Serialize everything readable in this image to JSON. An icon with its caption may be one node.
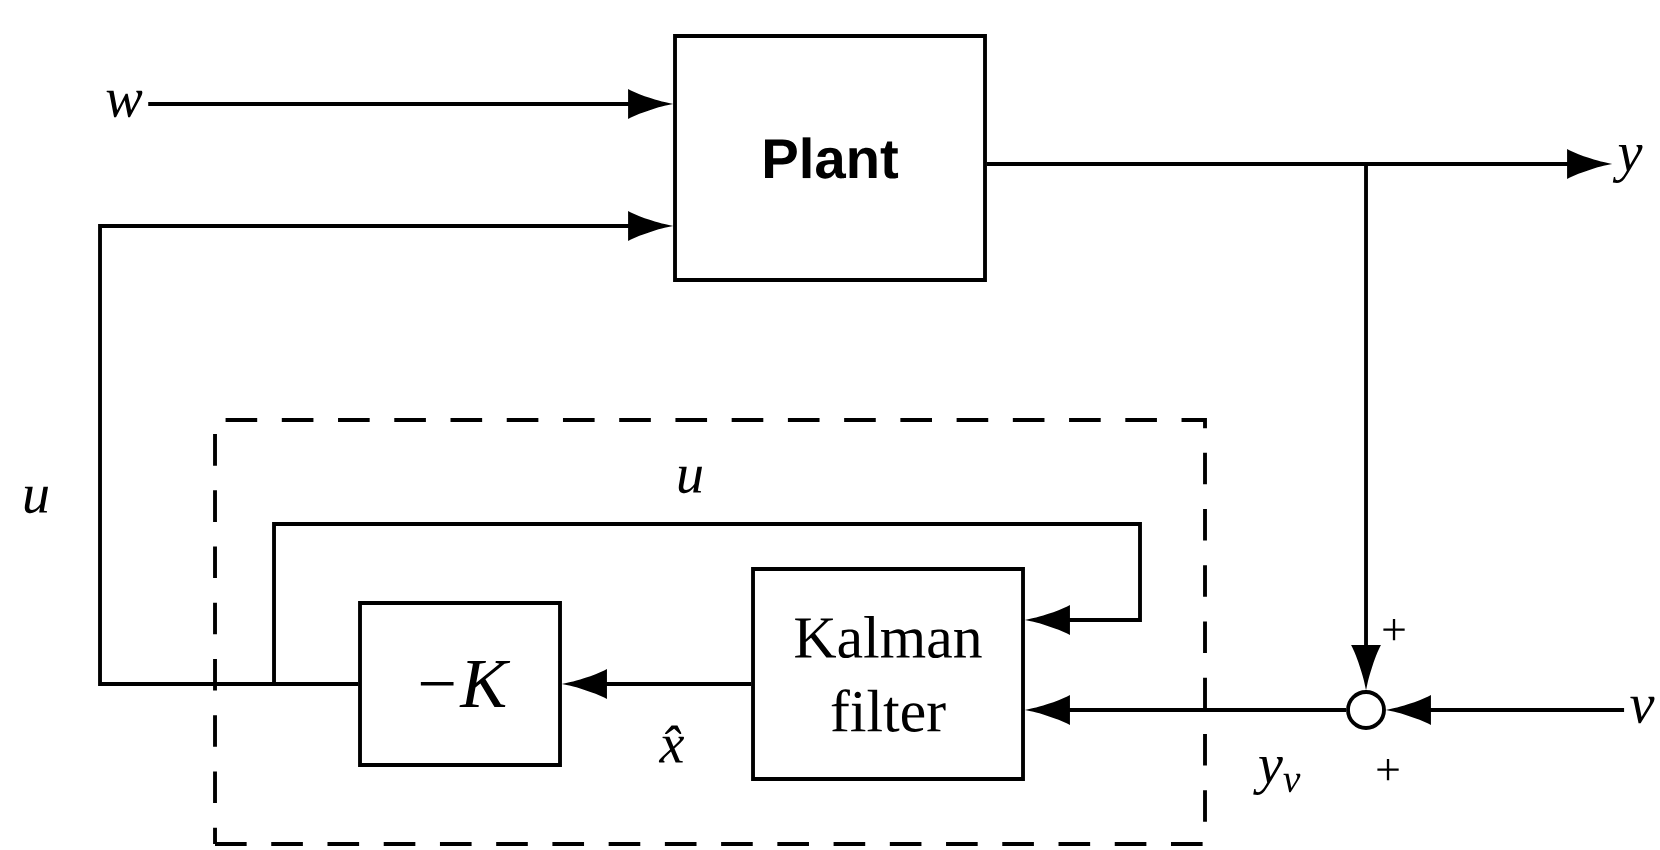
{
  "diagram": {
    "nodes": [
      {
        "text": [
          "w"
        ]
      },
      {
        "text": [
          "Plant"
        ]
      },
      {
        "text": [
          "y"
        ]
      },
      {
        "text": [],
        "shape": "box"
      },
      {
        "text": [
          "−K"
        ],
        "in": 3
      },
      {
        "text": [
          "Kalman filter"
        ],
        "in": 3
      },
      {
        "text": [],
        "shape": "circle"
      },
      {
        "text": [
          "v"
        ]
      }
    ],
    "edges": [
      {
        "from": 0,
        "to": 1,
        "arrow": "to"
      },
      {
        "from": 4,
        "to": 1,
        "arrow": "to",
        "label": "u"
      },
      {
        "from": 1,
        "to": 2,
        "arrow": "to"
      },
      {
        "from": 1,
        "to": 6,
        "arrow": "to"
      },
      {
        "from": 7,
        "to": 6,
        "arrow": "to"
      },
      {
        "from": 6,
        "to": 5,
        "arrow": "to",
        "label": "y$_{v}$"
      },
      {
        "from": 5,
        "to": 4,
        "arrow": "to",
        "label": "x̂"
      },
      {
        "from": 4,
        "to": 5,
        "arrow": "to",
        "label": "u"
      }
    ],
    "labels": [
      "+",
      "+"
    ]
  }
}
